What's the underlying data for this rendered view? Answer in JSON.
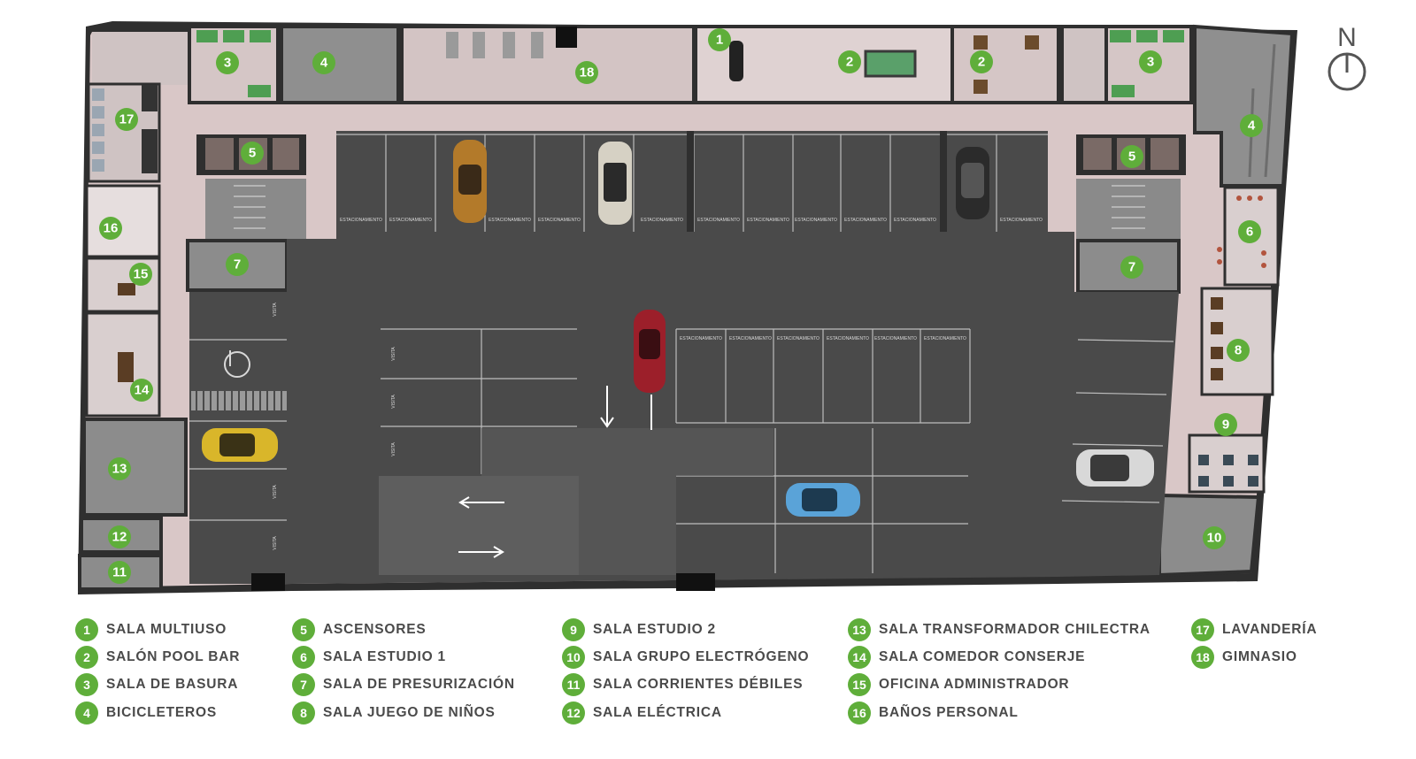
{
  "compass": {
    "label": "N"
  },
  "parking_label": "ESTACIONAMIENTO",
  "visit_label": "VISITA",
  "map_markers": [
    "1",
    "2",
    "2",
    "3",
    "3",
    "4",
    "4",
    "5",
    "5",
    "6",
    "7",
    "7",
    "8",
    "9",
    "10",
    "11",
    "12",
    "13",
    "14",
    "15",
    "16",
    "17",
    "18"
  ],
  "legend": {
    "items": [
      {
        "num": "1",
        "label": "SALA MULTIUSO"
      },
      {
        "num": "2",
        "label": "SALÓN POOL BAR"
      },
      {
        "num": "3",
        "label": "SALA DE BASURA"
      },
      {
        "num": "4",
        "label": "BICICLETEROS"
      },
      {
        "num": "5",
        "label": "ASCENSORES"
      },
      {
        "num": "6",
        "label": "SALA ESTUDIO 1"
      },
      {
        "num": "7",
        "label": "SALA DE PRESURIZACIÓN"
      },
      {
        "num": "8",
        "label": "SALA JUEGO DE NIÑOS"
      },
      {
        "num": "9",
        "label": "SALA ESTUDIO 2"
      },
      {
        "num": "10",
        "label": "SALA GRUPO ELECTRÓGENO"
      },
      {
        "num": "11",
        "label": "SALA CORRIENTES DÉBILES"
      },
      {
        "num": "12",
        "label": "SALA ELÉCTRICA"
      },
      {
        "num": "13",
        "label": "SALA TRANSFORMADOR CHILECTRA"
      },
      {
        "num": "14",
        "label": "SALA COMEDOR CONSERJE"
      },
      {
        "num": "15",
        "label": "OFICINA ADMINISTRADOR"
      },
      {
        "num": "16",
        "label": "BAÑOS PERSONAL"
      },
      {
        "num": "17",
        "label": "LAVANDERÍA"
      },
      {
        "num": "18",
        "label": "GIMNASIO"
      }
    ]
  },
  "colors": {
    "wall": "#2f2f2f",
    "floor_pink": "#d9c7c7",
    "room_gray": "#8c8c8c",
    "parking": "#4a4a4a",
    "accent_green": "#5fae3a"
  }
}
